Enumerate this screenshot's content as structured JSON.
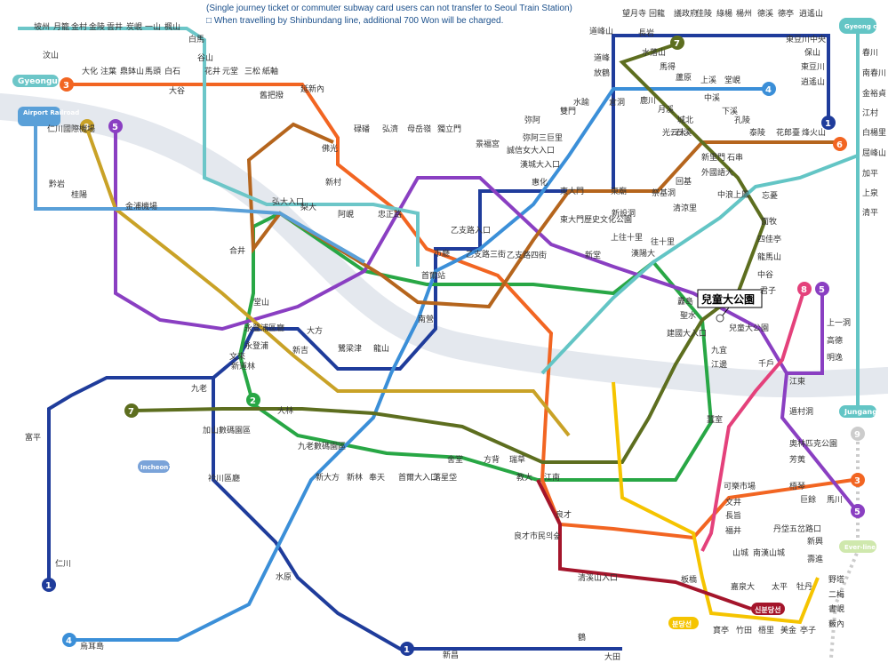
{
  "notes": {
    "line1": "(Single journey ticket or commuter subway card users can not transfer to Seoul Train Station)",
    "line2": "□ When travelling by Shinbundang line, additional 700 Won will be charged."
  },
  "colors": {
    "line1": "#1f3c9b",
    "line2": "#28a745",
    "line3": "#f26522",
    "line4": "#3b8fd8",
    "line5": "#8a3fc2",
    "line6": "#b5651d",
    "line7": "#5d6e1f",
    "line8": "#e4417b",
    "line9": "#c9a227",
    "airport": "#5aa0d8",
    "gyeongui": "#6cc6c8",
    "jungang": "#63c5c5",
    "bundang": "#f5c400",
    "shinbundang": "#a4152b",
    "everline": "#9fd46b",
    "incheon1": "#7aa3d9",
    "river": "#e4e8ee"
  },
  "badges": {
    "gyeongui": "Gyeongui",
    "airport": "Airport Railroad",
    "gyeongchun": "Gyeong chun",
    "jungang": "Jungang",
    "incheon1": "Incheon1",
    "everline": "Ever-line",
    "shinbundang": "신분당선",
    "bundang": "분당선"
  },
  "line_numbers": {
    "l1": "1",
    "l2": "2",
    "l3": "3",
    "l4": "4",
    "l5": "5",
    "l6": "6",
    "l7": "7",
    "l8": "8",
    "l9": "9"
  },
  "callout": "兒童大公園",
  "stations": [
    {
      "id": "s1",
      "label": "坡州"
    },
    {
      "id": "s2",
      "label": "月籠"
    },
    {
      "id": "s3",
      "label": "金村"
    },
    {
      "id": "s4",
      "label": "金陵"
    },
    {
      "id": "s5",
      "label": "雲井"
    },
    {
      "id": "s6",
      "label": "炭峴"
    },
    {
      "id": "s7",
      "label": "一山"
    },
    {
      "id": "s8",
      "label": "楓山"
    },
    {
      "id": "s9",
      "label": "白馬"
    },
    {
      "id": "s10",
      "label": "谷山"
    },
    {
      "id": "s11",
      "label": "汶山"
    },
    {
      "id": "s12",
      "label": "大化"
    },
    {
      "id": "s13",
      "label": "注葉"
    },
    {
      "id": "s14",
      "label": "鼎鉢山"
    },
    {
      "id": "s15",
      "label": "馬頭"
    },
    {
      "id": "s16",
      "label": "白石"
    },
    {
      "id": "s17",
      "label": "大谷"
    },
    {
      "id": "s18",
      "label": "花井"
    },
    {
      "id": "s19",
      "label": "元堂"
    },
    {
      "id": "s20",
      "label": "三松"
    },
    {
      "id": "s21",
      "label": "紙軸"
    },
    {
      "id": "s22",
      "label": "延新內"
    },
    {
      "id": "s23",
      "label": "舊把撥"
    },
    {
      "id": "s24",
      "label": "碌磻"
    },
    {
      "id": "s25",
      "label": "佛光"
    },
    {
      "id": "s26",
      "label": "獨立門"
    },
    {
      "id": "s27",
      "label": "弘濟"
    },
    {
      "id": "s28",
      "label": "母岳嶺"
    },
    {
      "id": "s29",
      "label": "景福宮"
    },
    {
      "id": "s30",
      "label": "道峰山"
    },
    {
      "id": "s31",
      "label": "長岩"
    },
    {
      "id": "s32",
      "label": "望月寺"
    },
    {
      "id": "s33",
      "label": "回龍"
    },
    {
      "id": "s34",
      "label": "議政府"
    },
    {
      "id": "s35",
      "label": "佳陵"
    },
    {
      "id": "s36",
      "label": "綠楊"
    },
    {
      "id": "s37",
      "label": "楊州"
    },
    {
      "id": "s38",
      "label": "德溪"
    },
    {
      "id": "s39",
      "label": "德亭"
    },
    {
      "id": "s40",
      "label": "逍遙山"
    },
    {
      "id": "s41",
      "label": "東豆川中央"
    },
    {
      "id": "s42",
      "label": "保山"
    },
    {
      "id": "s43",
      "label": "東豆川"
    },
    {
      "id": "s44",
      "label": "逍遙山"
    },
    {
      "id": "s45",
      "label": "春川"
    },
    {
      "id": "s46",
      "label": "南春川"
    },
    {
      "id": "s47",
      "label": "金裕貞"
    },
    {
      "id": "s48",
      "label": "江村"
    },
    {
      "id": "s49",
      "label": "白楊里"
    },
    {
      "id": "s50",
      "label": "屈峰山"
    },
    {
      "id": "s51",
      "label": "加平"
    },
    {
      "id": "s52",
      "label": "上泉"
    },
    {
      "id": "s53",
      "label": "清平"
    },
    {
      "id": "s54",
      "label": "水落山"
    },
    {
      "id": "s55",
      "label": "馬得"
    },
    {
      "id": "s56",
      "label": "蘆原"
    },
    {
      "id": "s57",
      "label": "上溪"
    },
    {
      "id": "s58",
      "label": "堂峴"
    },
    {
      "id": "s59",
      "label": "道峰"
    },
    {
      "id": "s60",
      "label": "放鶴"
    },
    {
      "id": "s61",
      "label": "倉洞"
    },
    {
      "id": "s62",
      "label": "鹿川"
    },
    {
      "id": "s63",
      "label": "月溪"
    },
    {
      "id": "s64",
      "label": "中溪"
    },
    {
      "id": "s65",
      "label": "下溪"
    },
    {
      "id": "s66",
      "label": "孔陵"
    },
    {
      "id": "s67",
      "label": "泰陵"
    },
    {
      "id": "s68",
      "label": "花郎臺"
    },
    {
      "id": "s69",
      "label": "烽火山"
    },
    {
      "id": "s70",
      "label": "石溪"
    },
    {
      "id": "s71",
      "label": "光云大"
    },
    {
      "id": "s72",
      "label": "城北"
    },
    {
      "id": "s73",
      "label": "雙門"
    },
    {
      "id": "s74",
      "label": "水踰"
    },
    {
      "id": "s75",
      "label": "弥阿"
    },
    {
      "id": "s76",
      "label": "弥阿三巨里"
    },
    {
      "id": "s77",
      "label": "誠信女大入口"
    },
    {
      "id": "s78",
      "label": "漢城大入口"
    },
    {
      "id": "s79",
      "label": "惠化"
    },
    {
      "id": "s80",
      "label": "東大門"
    },
    {
      "id": "s81",
      "label": "東大門歷史文化公園"
    },
    {
      "id": "s82",
      "label": "東廟"
    },
    {
      "id": "s83",
      "label": "新設洞"
    },
    {
      "id": "s84",
      "label": "祭基洞"
    },
    {
      "id": "s85",
      "label": "清涼里"
    },
    {
      "id": "s86",
      "label": "回基"
    },
    {
      "id": "s87",
      "label": "外國語大"
    },
    {
      "id": "s88",
      "label": "新里門"
    },
    {
      "id": "s89",
      "label": "石串"
    },
    {
      "id": "s90",
      "label": "上鳳"
    },
    {
      "id": "s91",
      "label": "中浪"
    },
    {
      "id": "s92",
      "label": "忘憂"
    },
    {
      "id": "s93",
      "label": "面牧"
    },
    {
      "id": "s94",
      "label": "四佳亭"
    },
    {
      "id": "s95",
      "label": "龍馬山"
    },
    {
      "id": "s96",
      "label": "中谷"
    },
    {
      "id": "s97",
      "label": "君子"
    },
    {
      "id": "s98",
      "label": "兒童大公園"
    },
    {
      "id": "s99",
      "label": "建國大入口"
    },
    {
      "id": "s100",
      "label": "九宜"
    },
    {
      "id": "s101",
      "label": "江邊"
    },
    {
      "id": "s102",
      "label": "蠶室"
    },
    {
      "id": "s103",
      "label": "千戶"
    },
    {
      "id": "s104",
      "label": "江東"
    },
    {
      "id": "s105",
      "label": "上一洞"
    },
    {
      "id": "s106",
      "label": "高德"
    },
    {
      "id": "s107",
      "label": "明逸"
    },
    {
      "id": "s108",
      "label": "遁村洞"
    },
    {
      "id": "s109",
      "label": "奧林匹克公園"
    },
    {
      "id": "s110",
      "label": "芳荑"
    },
    {
      "id": "s111",
      "label": "巨餘"
    },
    {
      "id": "s112",
      "label": "馬川"
    },
    {
      "id": "s113",
      "label": "梧琴"
    },
    {
      "id": "s114",
      "label": "可樂市場"
    },
    {
      "id": "s115",
      "label": "文井"
    },
    {
      "id": "s116",
      "label": "長旨"
    },
    {
      "id": "s117",
      "label": "福井"
    },
    {
      "id": "s118",
      "label": "山城"
    },
    {
      "id": "s119",
      "label": "南漢山城"
    },
    {
      "id": "s120",
      "label": "丹垈五岔路口"
    },
    {
      "id": "s121",
      "label": "新興"
    },
    {
      "id": "s122",
      "label": "壽進"
    },
    {
      "id": "s123",
      "label": "牡丹"
    },
    {
      "id": "s124",
      "label": "太平"
    },
    {
      "id": "s125",
      "label": "嘉泉大"
    },
    {
      "id": "s126",
      "label": "野塔"
    },
    {
      "id": "s127",
      "label": "二梅"
    },
    {
      "id": "s128",
      "label": "書峴"
    },
    {
      "id": "s129",
      "label": "藪內"
    },
    {
      "id": "s130",
      "label": "亭子"
    },
    {
      "id": "s131",
      "label": "美金"
    },
    {
      "id": "s132",
      "label": "梧里"
    },
    {
      "id": "s133",
      "label": "竹田"
    },
    {
      "id": "s134",
      "label": "寶亭"
    },
    {
      "id": "s135",
      "label": "板橋"
    },
    {
      "id": "s136",
      "label": "清溪山入口"
    },
    {
      "id": "s137",
      "label": "良才市民의숲"
    },
    {
      "id": "s138",
      "label": "良才"
    },
    {
      "id": "s139",
      "label": "江南"
    },
    {
      "id": "s140",
      "label": "教大"
    },
    {
      "id": "s141",
      "label": "瑞草"
    },
    {
      "id": "s142",
      "label": "方背"
    },
    {
      "id": "s143",
      "label": "舍堂"
    },
    {
      "id": "s144",
      "label": "落星垈"
    },
    {
      "id": "s145",
      "label": "首爾大入口"
    },
    {
      "id": "s146",
      "label": "奉天"
    },
    {
      "id": "s147",
      "label": "新林"
    },
    {
      "id": "s148",
      "label": "新大方"
    },
    {
      "id": "s149",
      "label": "九老數碼園區"
    },
    {
      "id": "s150",
      "label": "大林"
    },
    {
      "id": "s151",
      "label": "新道林"
    },
    {
      "id": "s152",
      "label": "文來"
    },
    {
      "id": "s153",
      "label": "永登浦區廳"
    },
    {
      "id": "s154",
      "label": "堂山"
    },
    {
      "id": "s155",
      "label": "合井"
    },
    {
      "id": "s156",
      "label": "弘大入口"
    },
    {
      "id": "s157",
      "label": "新村"
    },
    {
      "id": "s158",
      "label": "梨大"
    },
    {
      "id": "s159",
      "label": "阿峴"
    },
    {
      "id": "s160",
      "label": "忠正路"
    },
    {
      "id": "s161",
      "label": "市廳"
    },
    {
      "id": "s162",
      "label": "乙支路入口"
    },
    {
      "id": "s163",
      "label": "乙支路三街"
    },
    {
      "id": "s164",
      "label": "乙支路四街"
    },
    {
      "id": "s165",
      "label": "新堂"
    },
    {
      "id": "s166",
      "label": "上往十里"
    },
    {
      "id": "s167",
      "label": "往十里"
    },
    {
      "id": "s168",
      "label": "漢陽大"
    },
    {
      "id": "s169",
      "label": "纛島"
    },
    {
      "id": "s170",
      "label": "聖水"
    },
    {
      "id": "s171",
      "label": "首爾站"
    },
    {
      "id": "s172",
      "label": "南營"
    },
    {
      "id": "s173",
      "label": "龍山"
    },
    {
      "id": "s174",
      "label": "鷺梁津"
    },
    {
      "id": "s175",
      "label": "大方"
    },
    {
      "id": "s176",
      "label": "新吉"
    },
    {
      "id": "s177",
      "label": "永登浦"
    },
    {
      "id": "s178",
      "label": "九老"
    },
    {
      "id": "s179",
      "label": "加山數碼園區"
    },
    {
      "id": "s180",
      "label": "衿川區廳"
    },
    {
      "id": "s181",
      "label": "金浦機場"
    },
    {
      "id": "s182",
      "label": "桂陽"
    },
    {
      "id": "s183",
      "label": "黔岩"
    },
    {
      "id": "s184",
      "label": "仁川國際機場"
    },
    {
      "id": "s185",
      "label": "富平"
    },
    {
      "id": "s186",
      "label": "仁川"
    },
    {
      "id": "s187",
      "label": "水原"
    },
    {
      "id": "s188",
      "label": "新昌"
    },
    {
      "id": "s189",
      "label": "烏耳島"
    },
    {
      "id": "s190",
      "label": "鶴"
    },
    {
      "id": "s191",
      "label": "大田"
    }
  ]
}
